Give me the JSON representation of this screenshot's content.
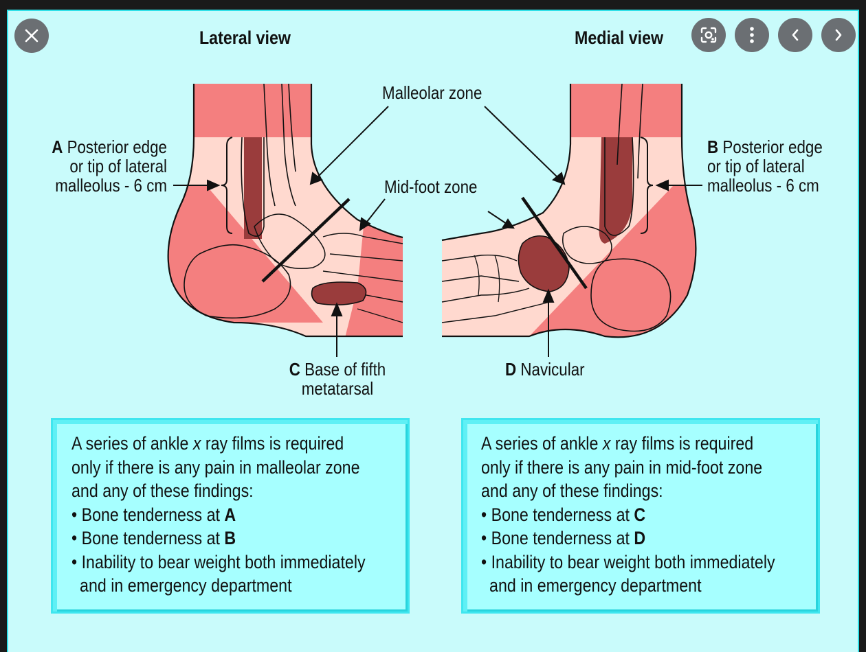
{
  "controls": {
    "close": "close-icon",
    "lens": "lens-icon",
    "more": "more-vertical-icon",
    "prev": "chevron-left-icon",
    "next": "chevron-right-icon"
  },
  "titles": {
    "lateral": "Lateral view",
    "medial": "Medial view"
  },
  "labels": {
    "malleolar_zone": "Malleolar zone",
    "midfoot_zone": "Mid-foot zone",
    "A_letter": "A",
    "A_line1": "Posterior edge",
    "A_line2": "or tip of lateral",
    "A_line3": "malleolus - 6 cm",
    "B_letter": "B",
    "B_line1": "Posterior edge",
    "B_line2": "or tip of lateral",
    "B_line3": "malleolus - 6 cm",
    "C_letter": "C",
    "C_line1": "Base of fifth",
    "C_line2": "metatarsal",
    "D_letter": "D",
    "D_line1": "Navicular"
  },
  "boxes": {
    "left": {
      "line1_pre": "A series of ankle ",
      "line1_em": "x",
      "line1_post": " ray films is required",
      "line2": "only if there is any pain in malleolar zone",
      "line3": "and any of these findings:",
      "b1_pre": "• Bone tenderness at ",
      "b1_bold": "A",
      "b2_pre": "• Bone tenderness at ",
      "b2_bold": "B",
      "b3_line1": "• Inability to bear weight both immediately",
      "b3_line2": "and in emergency department"
    },
    "right": {
      "line1_pre": "A series of ankle ",
      "line1_em": "x",
      "line1_post": " ray films is required",
      "line2": "only if there is any pain in mid-foot zone",
      "line3": "and any of these findings:",
      "b1_pre": "• Bone tenderness at ",
      "b1_bold": "C",
      "b2_pre": "• Bone tenderness at ",
      "b2_bold": "D",
      "b3_line1": "• Inability to bear weight both immediately",
      "b3_line2": "and in emergency department"
    }
  },
  "colors": {
    "background": "#c9fbfb",
    "skin_light": "#ffd9cf",
    "skin_red": "#f47f7f",
    "zone_dark": "#9a3c3c",
    "box_fill": "#a6ffff",
    "box_border": "#3fe6ef"
  }
}
